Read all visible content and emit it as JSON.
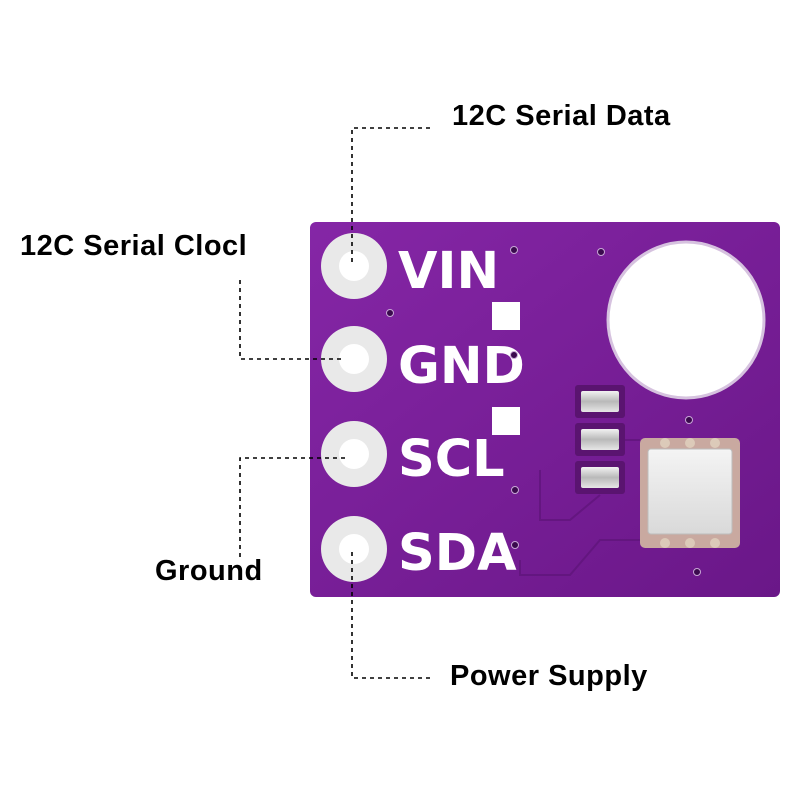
{
  "callouts": {
    "serial_data": "12C Serial Data",
    "serial_clock": "12C Serial Clocl",
    "ground": "Ground",
    "power_supply": "Power Supply"
  },
  "board": {
    "pins": [
      "VIN",
      "GND",
      "SCL",
      "SDA"
    ],
    "pcb_color": "#7a1f9a",
    "silkscreen_color": "#ffffff"
  }
}
